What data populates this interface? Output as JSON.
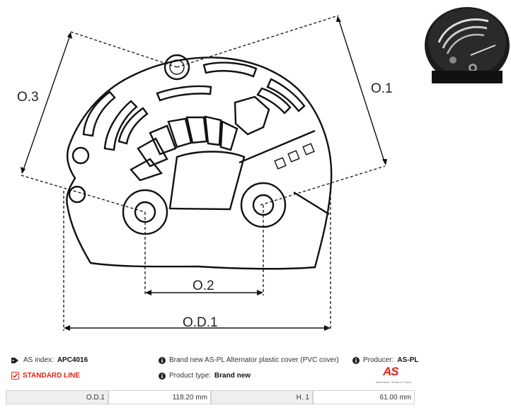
{
  "drawing": {
    "dimensions": {
      "od1": "O.D.1",
      "o1": "O.1",
      "o2": "O.2",
      "o3": "O.3"
    }
  },
  "info": {
    "as_index_label": "AS index:",
    "as_index_value": "APC4016",
    "line_label": "STANDARD LINE",
    "description": "Brand new AS-PL Alternator plastic cover (PVC cover)",
    "product_type_label": "Product type:",
    "product_type_value": "Brand new",
    "producer_label": "Producer:",
    "producer_value": "AS-PL"
  },
  "logo": {
    "mark": "AS",
    "tagline": "Alternators, Starters & Parts"
  },
  "specs": [
    {
      "label": "O.D.1",
      "value": "118.20 mm"
    },
    {
      "label": "H. 1",
      "value": "61.00 mm"
    }
  ],
  "colors": {
    "accent": "#e2231a",
    "table_label_bg": "#efefef",
    "table_border": "#d2d2d2"
  },
  "icons": [
    "tags-icon",
    "checkbox-icon",
    "info-icon"
  ]
}
